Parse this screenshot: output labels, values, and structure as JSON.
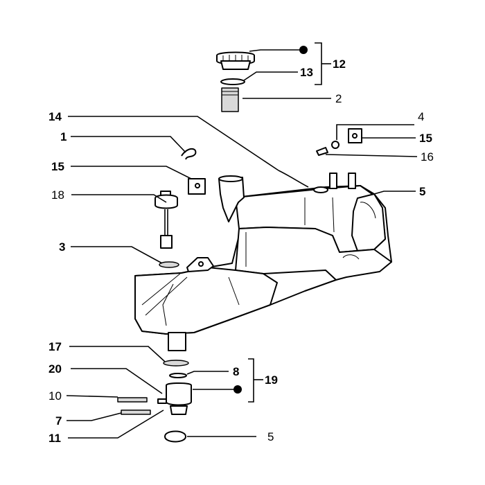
{
  "callouts": [
    {
      "id": "c12",
      "text": "12"
    },
    {
      "id": "c13",
      "text": "13"
    },
    {
      "id": "c2",
      "text": "2"
    },
    {
      "id": "c4",
      "text": "4"
    },
    {
      "id": "c15a",
      "text": "15"
    },
    {
      "id": "c16",
      "text": "16"
    },
    {
      "id": "c14",
      "text": "14"
    },
    {
      "id": "c1",
      "text": "1"
    },
    {
      "id": "c15b",
      "text": "15"
    },
    {
      "id": "c18",
      "text": "18"
    },
    {
      "id": "c3",
      "text": "3"
    },
    {
      "id": "c5a",
      "text": "5"
    },
    {
      "id": "c17",
      "text": "17"
    },
    {
      "id": "c20",
      "text": "20"
    },
    {
      "id": "c8",
      "text": "8"
    },
    {
      "id": "c19",
      "text": "19"
    },
    {
      "id": "c10",
      "text": "10"
    },
    {
      "id": "c7",
      "text": "7"
    },
    {
      "id": "c11",
      "text": "11"
    },
    {
      "id": "c5b",
      "text": "5"
    }
  ]
}
